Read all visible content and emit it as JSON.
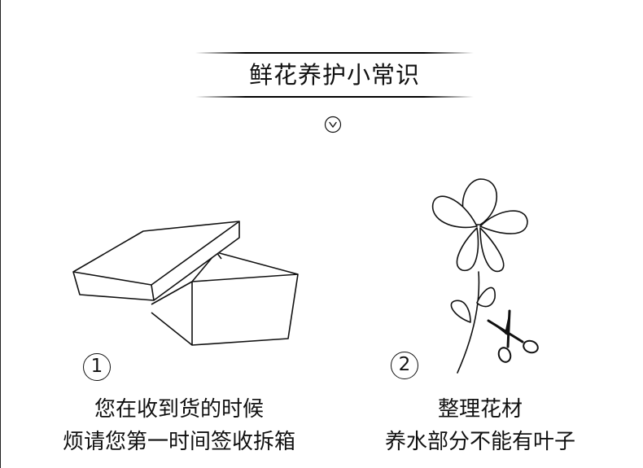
{
  "header": {
    "title": "鲜花养护小常识"
  },
  "icons": {
    "chevron": "chevron-down-circle-icon",
    "box": "open-box-icon",
    "flower": "flower-icon",
    "scissors": "scissors-icon"
  },
  "steps": [
    {
      "number": "1",
      "line1": "您在收到货的时候",
      "line2": "烦请您第一时间签收拆箱"
    },
    {
      "number": "2",
      "line1": "整理花材",
      "line2": "养水部分不能有叶子"
    }
  ]
}
